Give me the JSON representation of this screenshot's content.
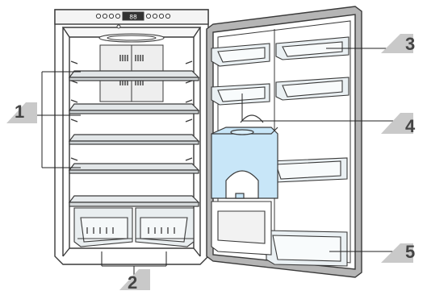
{
  "diagram": {
    "callouts": [
      {
        "id": "1",
        "label": "1"
      },
      {
        "id": "2",
        "label": "2"
      },
      {
        "id": "3",
        "label": "3"
      },
      {
        "id": "4",
        "label": "4"
      },
      {
        "id": "5",
        "label": "5"
      }
    ],
    "control_panel": {
      "display_text": "88"
    },
    "colors": {
      "outline": "#3a3a3a",
      "shelf_glass": "#e2e6e8",
      "water_tank": "#c8e6f8",
      "callout_tab": "#c9c9c9",
      "door_frame": "#b5b5b5"
    }
  }
}
